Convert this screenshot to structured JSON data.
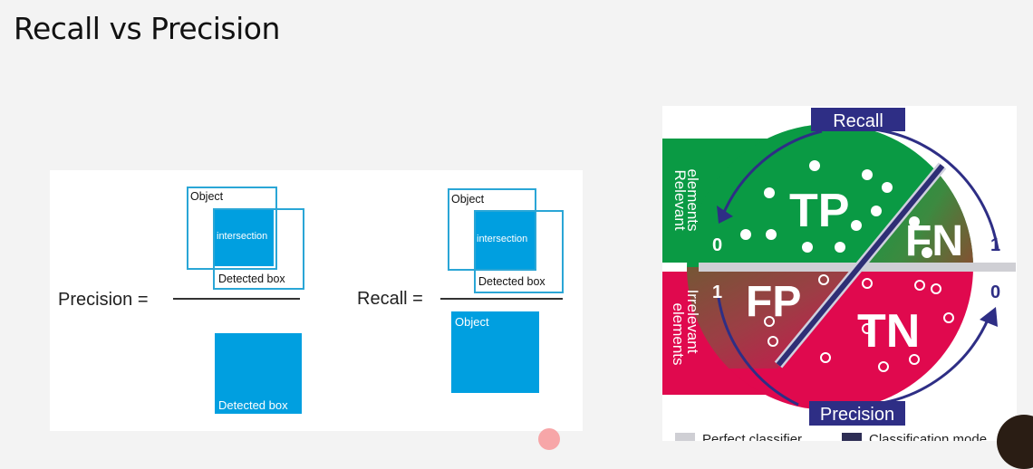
{
  "slide": {
    "title": "Recall vs Precision"
  },
  "formulas": {
    "precision": {
      "label": "Precision =",
      "numerator": {
        "object": "Object",
        "intersection": "intersection",
        "detected": "Detected box"
      },
      "denominator": {
        "detected": "Detected box"
      }
    },
    "recall": {
      "label": "Recall =",
      "numerator": {
        "object": "Object",
        "intersection": "intersection",
        "detected": "Detected box"
      },
      "denominator": {
        "object": "Object"
      }
    }
  },
  "diagram": {
    "recall_label": "Recall",
    "precision_label": "Precision",
    "relevant_label": "Relevant elements",
    "relevant_line1": "Relevant",
    "relevant_line2": "elements",
    "irrelevant_line1": "Irrelevant",
    "irrelevant_line2": "elements",
    "tp": "TP",
    "fn": "FN",
    "fp": "FP",
    "tn": "TN",
    "scale_left_top": "0",
    "scale_right_top": "1",
    "scale_left_bottom": "1",
    "scale_right_bottom": "0",
    "legend_perfect": "Perfect classifier",
    "legend_model": "Classification mode",
    "colors": {
      "green": "#0a9a44",
      "red": "#e0094e",
      "navy": "#2e2e85",
      "separator": "#cfcfd4"
    }
  }
}
